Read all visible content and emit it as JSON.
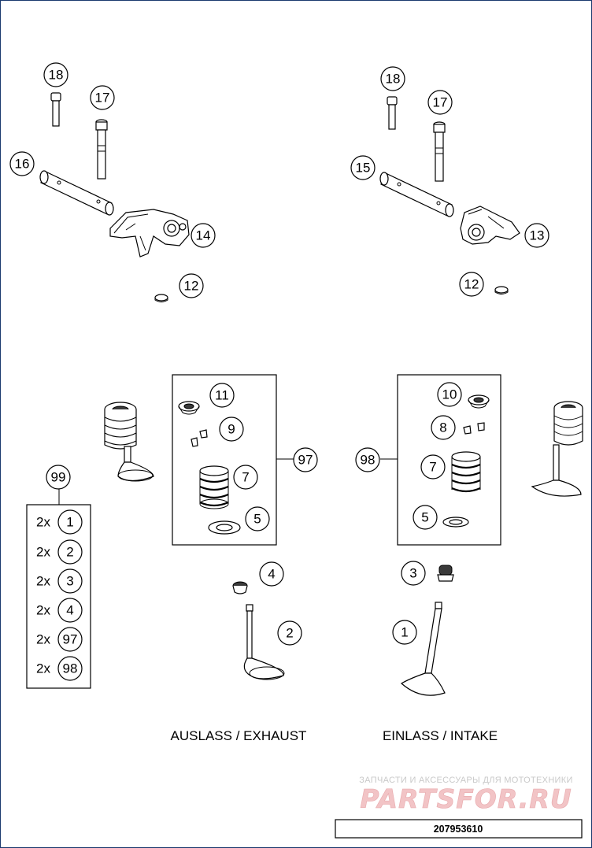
{
  "diagram": {
    "callouts": {
      "c1": "1",
      "c2": "2",
      "c3": "3",
      "c4": "4",
      "c5a": "5",
      "c5b": "5",
      "c7a": "7",
      "c7b": "7",
      "c8": "8",
      "c9": "9",
      "c10": "10",
      "c11": "11",
      "c12a": "12",
      "c12b": "12",
      "c13": "13",
      "c14": "14",
      "c15": "15",
      "c16": "16",
      "c17a": "17",
      "c17b": "17",
      "c18a": "18",
      "c18b": "18",
      "c97": "97",
      "c98": "98",
      "c99": "99"
    },
    "kit99": {
      "qty": "2x",
      "items": [
        "1",
        "2",
        "3",
        "4",
        "97",
        "98"
      ]
    },
    "labels": {
      "exhaust": "AUSLASS / EXHAUST",
      "intake": "EINLASS / INTAKE"
    },
    "watermark": {
      "tagline": "ЗАПЧАСТИ И АКСЕССУАРЫ ДЛЯ МОТОТЕХНИКИ",
      "logo": "PARTSFOR.RU"
    },
    "drawing_number": "207953610"
  }
}
